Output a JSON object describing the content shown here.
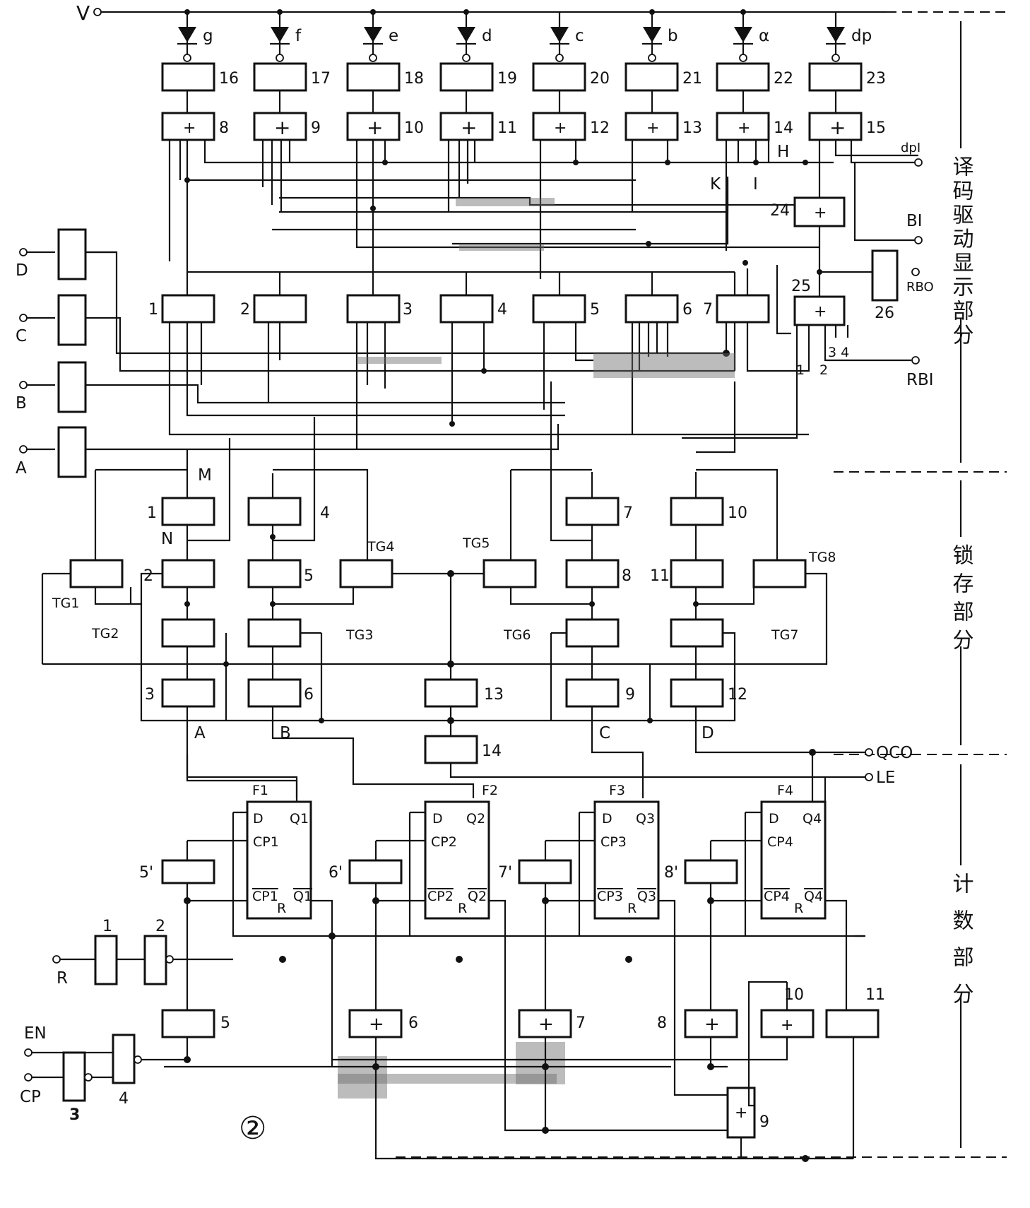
{
  "labels": {
    "V": "V",
    "fig": "②",
    "outputs": [
      "g",
      "f",
      "e",
      "d",
      "c",
      "b",
      "α",
      "dp"
    ],
    "decode": {
      "drv": [
        "16",
        "17",
        "18",
        "19",
        "20",
        "21",
        "22",
        "23"
      ],
      "gates": [
        "8",
        "9",
        "10",
        "11",
        "12",
        "13",
        "14",
        "15"
      ],
      "lower": [
        "1",
        "2",
        "3",
        "4",
        "5",
        "6",
        "7"
      ],
      "g24": "24",
      "g25": "25",
      "g26": "26",
      "H": "H",
      "K": "K",
      "I": "I",
      "dpI": "dpI",
      "BI": "BI",
      "RBO": "RBO",
      "RBI": "RBI",
      "p1": "1",
      "p2": "2",
      "p34": "3  4"
    },
    "inputs": [
      "D",
      "C",
      "B",
      "A"
    ],
    "latch": {
      "nums": [
        "1",
        "2",
        "3",
        "4",
        "5",
        "6",
        "7",
        "8",
        "9",
        "10",
        "11",
        "12",
        "13",
        "14"
      ],
      "M": "M",
      "N": "N",
      "TG": [
        "TG1",
        "TG2",
        "TG3",
        "TG4",
        "TG5",
        "TG6",
        "TG7",
        "TG8"
      ],
      "outs": [
        "A",
        "B",
        "C",
        "D"
      ],
      "QCO": "QCO",
      "LE": "LE"
    },
    "counter": {
      "ff": [
        "F1",
        "F2",
        "F3",
        "F4"
      ],
      "D": "D",
      "Q": [
        "Q1",
        "Q2",
        "Q3",
        "Q4"
      ],
      "CP": [
        "CP1",
        "CP2",
        "CP3",
        "CP4"
      ],
      "CPb": [
        "CP1",
        "CP2",
        "CP3",
        "CP4"
      ],
      "Qb": [
        "Q1",
        "Q2",
        "Q3",
        "Q4"
      ],
      "R": "R",
      "prime": [
        "5'",
        "6'",
        "7'",
        "8'"
      ],
      "gnums": [
        "1",
        "2",
        "3",
        "4",
        "5",
        "6",
        "7",
        "8",
        "9",
        "10",
        "11"
      ],
      "in_R": "R",
      "in_EN": "EN",
      "in_CP": "CP"
    },
    "sections": {
      "decode": "译码驱动显示部分",
      "latch": "锁存部分",
      "count": "计数部分"
    }
  }
}
